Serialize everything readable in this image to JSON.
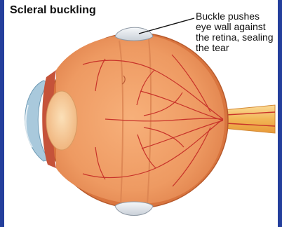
{
  "title": "Scleral buckling",
  "annotation": {
    "lines": [
      "Buckle pushes",
      "eye wall against",
      "the retina, sealing",
      "the tear"
    ]
  },
  "colors": {
    "border": "#243f9c",
    "eye_interior": "#f0a06a",
    "eye_wall": "#d9753f",
    "buckle": "#e8ecf1",
    "vessels": "#c8332a",
    "optic_nerve": "#f4c06a",
    "cornea": "#9fc3d8",
    "lens": "#f6c48e"
  },
  "icons": {
    "eye": "eye-cross-section-icon",
    "buckle": "scleral-buckle-icon"
  }
}
